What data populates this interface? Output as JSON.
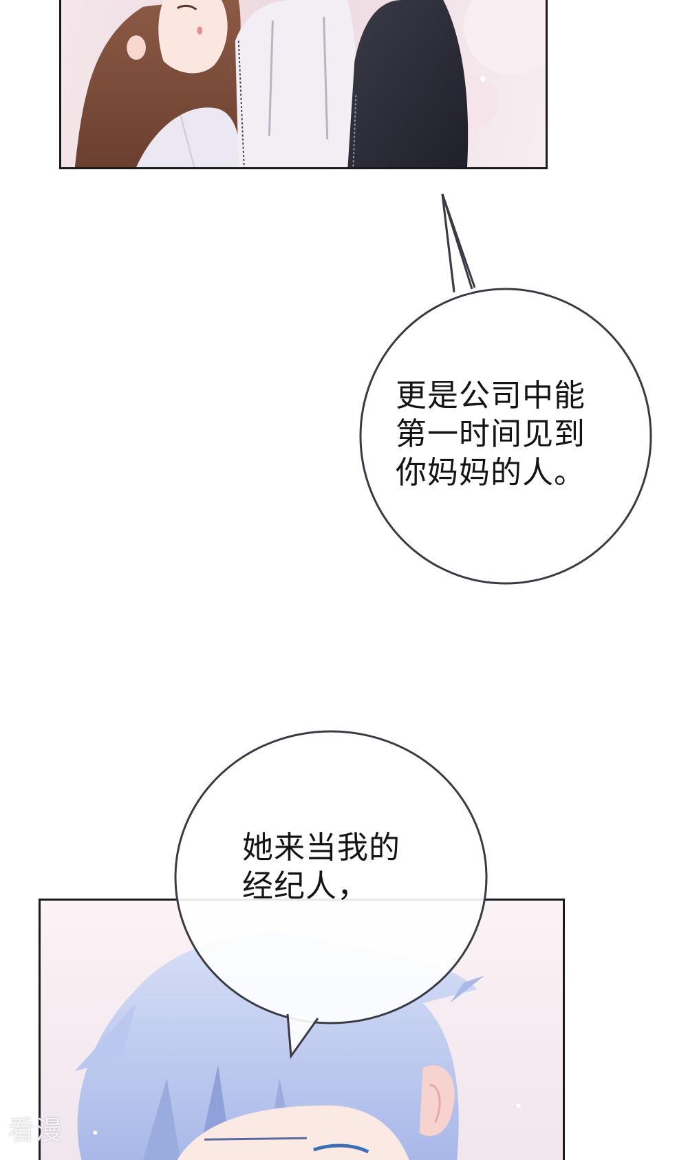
{
  "bubbles": [
    {
      "lines": [
        "更是公司中能",
        "第一时间见到",
        "你妈妈的人。"
      ]
    },
    {
      "lines": [
        "她来当我的",
        "经纪人，"
      ]
    }
  ],
  "watermark": "看漫",
  "colors": {
    "outline": "#1a1a1a",
    "bubble_stroke": "#3a3a44",
    "hair_brown": "#7a4a3a",
    "hair_blue": "#b9c6ee",
    "jacket_dark": "#2a2b36",
    "hoodie_white": "#f2eef3"
  }
}
